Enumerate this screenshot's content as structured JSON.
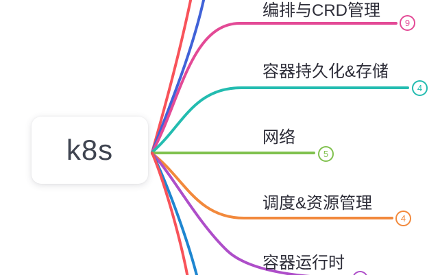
{
  "app": {
    "type": "mindmap",
    "background_color": "#ffffff",
    "label_text_color": "#2d2d38"
  },
  "root": {
    "label": "k8s",
    "text_color": "#3f4450",
    "fill": "#ffffff"
  },
  "branches": [
    {
      "label": "编排与CRD管理",
      "count": "9",
      "color": "#e34a96"
    },
    {
      "label": "容器持久化&存储",
      "count": "4",
      "color": "#23bcb0"
    },
    {
      "label": "网络",
      "count": "5",
      "color": "#80c14e"
    },
    {
      "label": "调度&资源管理",
      "count": "4",
      "color": "#f2893c"
    },
    {
      "label": "容器运行时",
      "count": "",
      "color": "#ae4ec9"
    }
  ],
  "offscreen_lines": {
    "top_red": "#f8535a",
    "top_blue": "#4062d8",
    "bottom_blue": "#1e86d0",
    "bottom_red": "#f8535a"
  }
}
